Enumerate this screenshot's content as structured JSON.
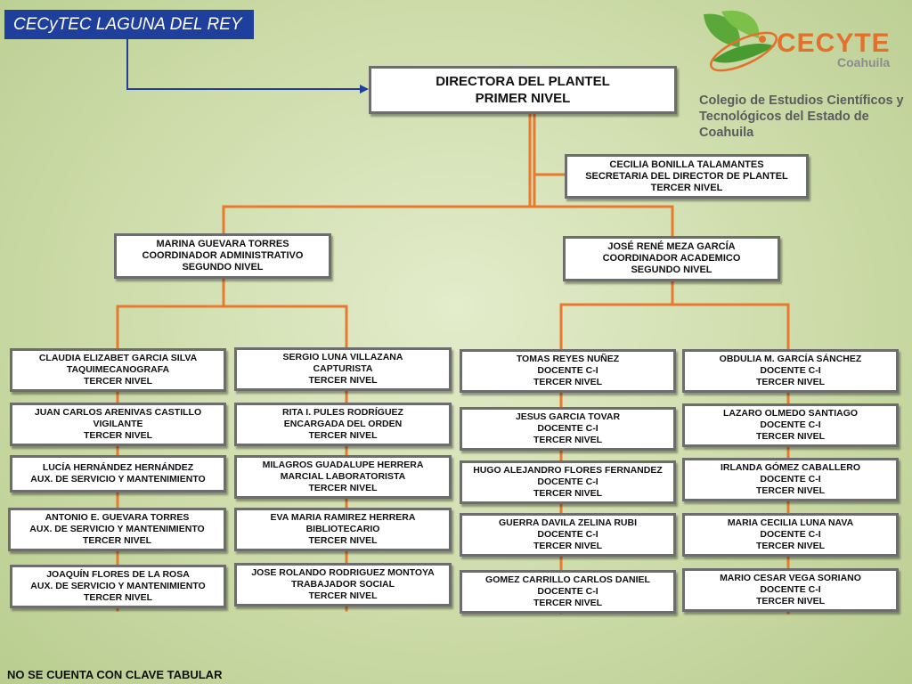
{
  "header": {
    "title": "CECyTEC LAGUNA DEL REY"
  },
  "logo": {
    "brand": "CECYTE",
    "state": "Coahuila",
    "college_line1": "Colegio de Estudios Científicos y",
    "college_line2": "Tecnológicos del Estado de Coahuila",
    "colors": {
      "leaf_green": "#5aa83a",
      "brand_orange": "#e2712b"
    }
  },
  "director": {
    "line1": "DIRECTORA DEL PLANTEL",
    "line2": "PRIMER NIVEL"
  },
  "secretary": {
    "name": "CECILIA BONILLA TALAMANTES",
    "role": "SECRETARIA DEL DIRECTOR DE PLANTEL",
    "level": "TERCER NIVEL"
  },
  "admin_coordinator": {
    "name": "MARINA GUEVARA TORRES",
    "role": "COORDINADOR ADMINISTRATIVO",
    "level": "SEGUNDO NIVEL"
  },
  "academic_coordinator": {
    "name": "JOSÉ RENÉ MEZA GARCÍA",
    "role": "COORDINADOR ACADEMICO",
    "level": "SEGUNDO NIVEL"
  },
  "col1": [
    {
      "name": "CLAUDIA ELIZABET GARCIA SILVA",
      "role": "TAQUIMECANOGRAFA",
      "level": "TERCER NIVEL"
    },
    {
      "name": "JUAN CARLOS ARENIVAS CASTILLO",
      "role": "VIGILANTE",
      "level": "TERCER NIVEL"
    },
    {
      "name": "LUCÍA HERNÁNDEZ HERNÁNDEZ",
      "role": "AUX. DE SERVICIO Y MANTENIMIENTO",
      "level": ""
    },
    {
      "name": "ANTONIO E. GUEVARA TORRES",
      "role": "AUX. DE SERVICIO Y MANTENIMIENTO",
      "level": "TERCER NIVEL"
    },
    {
      "name": "JOAQUÍN FLORES DE LA ROSA",
      "role": "AUX.  DE SERVICIO Y MANTENIMIENTO",
      "level": "TERCER NIVEL"
    }
  ],
  "col2": [
    {
      "name": "SERGIO LUNA VILLAZANA",
      "role": "CAPTURISTA",
      "level": "TERCER NIVEL"
    },
    {
      "name": "RITA I. PULES RODRÍGUEZ",
      "role": "ENCARGADA DEL ORDEN",
      "level": "TERCER NIVEL"
    },
    {
      "name": "MILAGROS GUADALUPE HERRERA",
      "role": "MARCIAL LABORATORISTA",
      "level": "TERCER NIVEL"
    },
    {
      "name": "EVA MARIA RAMIREZ HERRERA",
      "role": "BIBLIOTECARIO",
      "level": "TERCER NIVEL"
    },
    {
      "name": "JOSE ROLANDO RODRIGUEZ MONTOYA",
      "role": "TRABAJADOR SOCIAL",
      "level": "TERCER NIVEL"
    }
  ],
  "col3": [
    {
      "name": "TOMAS REYES NUÑEZ",
      "role": "DOCENTE C-I",
      "level": "TERCER NIVEL"
    },
    {
      "name": "JESUS GARCIA TOVAR",
      "role": "DOCENTE C-I",
      "level": "TERCER NIVEL"
    },
    {
      "name": "HUGO ALEJANDRO FLORES FERNANDEZ",
      "role": "DOCENTE C-I",
      "level": "TERCER NIVEL"
    },
    {
      "name": "GUERRA DAVILA ZELINA RUBI",
      "role": "DOCENTE C-I",
      "level": "TERCER NIVEL"
    },
    {
      "name": "GOMEZ CARRILLO CARLOS DANIEL",
      "role": "DOCENTE C-I",
      "level": "TERCER NIVEL"
    }
  ],
  "col4": [
    {
      "name": "OBDULIA M.  GARCÍA SÁNCHEZ",
      "role": "DOCENTE C-I",
      "level": "TERCER NIVEL"
    },
    {
      "name": "LAZARO OLMEDO SANTIAGO",
      "role": "DOCENTE C-I",
      "level": "TERCER NIVEL"
    },
    {
      "name": "IRLANDA GÓMEZ  CABALLERO",
      "role": "DOCENTE C-I",
      "level": "TERCER NIVEL"
    },
    {
      "name": "MARIA CECILIA LUNA NAVA",
      "role": "DOCENTE C-I",
      "level": "TERCER NIVEL"
    },
    {
      "name": "MARIO CESAR VEGA SORIANO",
      "role": "DOCENTE C-I",
      "level": "TERCER NIVEL"
    }
  ],
  "footer": {
    "note": "NO SE CUENTA CON CLAVE TABULAR"
  },
  "colors": {
    "connector": "#e8792e",
    "title_bg": "#1f3f9c",
    "arrow": "#1f3f9c"
  }
}
